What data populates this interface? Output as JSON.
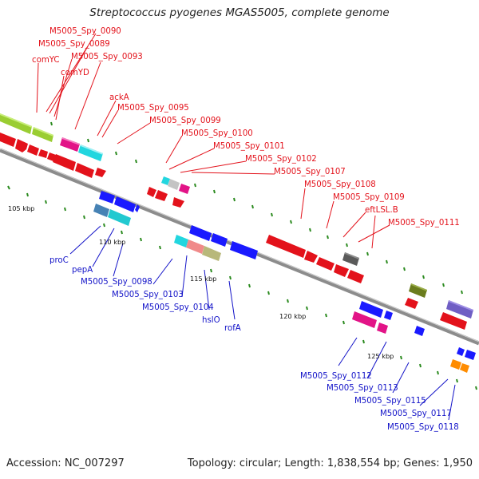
{
  "title": "Streptococcus pyogenes MGAS5005, complete genome",
  "footer": {
    "accession": "Accession: NC_007297",
    "summary": "Topology: circular; Length: 1,838,554 bp; Genes: 1,950"
  },
  "kbp_labels": [
    "105 kbp",
    "110 kbp",
    "115 kbp",
    "120 kbp",
    "125 kbp"
  ],
  "forward_labels": [
    "M5005_Spy_0090",
    "M5005_Spy_0089",
    "comYC",
    "M5005_Spy_0093",
    "comYD",
    "ackA",
    "M5005_Spy_0095",
    "M5005_Spy_0099",
    "M5005_Spy_0100",
    "M5005_Spy_0101",
    "M5005_Spy_0102",
    "M5005_Spy_0107",
    "M5005_Spy_0108",
    "M5005_Spy_0109",
    "eftLSL.B",
    "M5005_Spy_0111"
  ],
  "reverse_labels": [
    "proC",
    "pepA",
    "M5005_Spy_0098",
    "M5005_Spy_0103",
    "M5005_Spy_0104",
    "hslO",
    "rofA",
    "M5005_Spy_0112",
    "M5005_Spy_0113",
    "M5005_Spy_0115",
    "M5005_Spy_0117",
    "M5005_Spy_0118"
  ],
  "colors": {
    "forward": "#e3121b",
    "reverse": "#1313c8",
    "backbone": "#8c8c8c",
    "tick": "#2a8a1e"
  }
}
